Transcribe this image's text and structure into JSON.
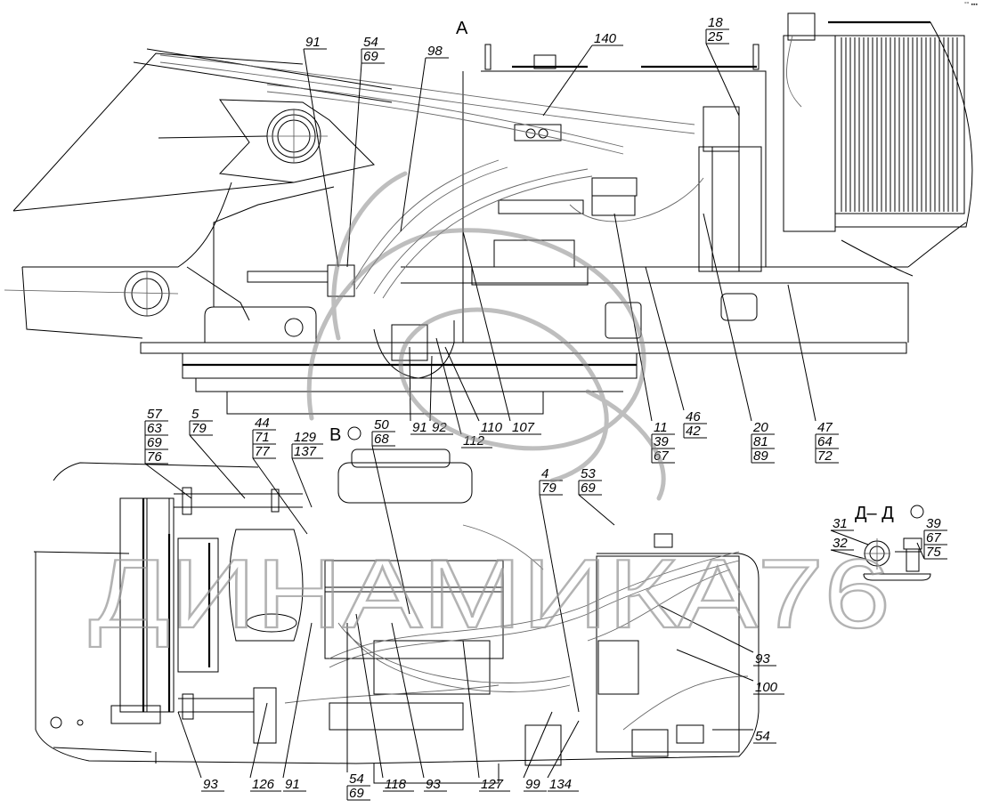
{
  "document": {
    "type": "assembly drawing",
    "watermark": "ДИНАМИКА76",
    "corner_mark": "°° ▪▪▪"
  },
  "views": {
    "top_view_label": "А",
    "bottom_view_label": "В",
    "section_label": "Д– Д"
  },
  "callouts_top": [
    {
      "id": "c91",
      "lines": [
        "91"
      ]
    },
    {
      "id": "c54-69",
      "lines": [
        "54",
        "69"
      ]
    },
    {
      "id": "c98",
      "lines": [
        "98"
      ]
    },
    {
      "id": "c140",
      "lines": [
        "140"
      ]
    },
    {
      "id": "c18-25",
      "lines": [
        "18",
        "25"
      ]
    },
    {
      "id": "c91b",
      "lines": [
        "91"
      ]
    },
    {
      "id": "c92",
      "lines": [
        "92"
      ]
    },
    {
      "id": "c112",
      "lines": [
        "112"
      ]
    },
    {
      "id": "c110",
      "lines": [
        "110"
      ]
    },
    {
      "id": "c107",
      "lines": [
        "107"
      ]
    },
    {
      "id": "c11-39-67",
      "lines": [
        "11",
        "39",
        "67"
      ]
    },
    {
      "id": "c46-42",
      "lines": [
        "46",
        "42"
      ]
    },
    {
      "id": "c20-81-89",
      "lines": [
        "20",
        "81",
        "89"
      ]
    },
    {
      "id": "c47-64-72",
      "lines": [
        "47",
        "64",
        "72"
      ]
    }
  ],
  "callouts_bottom": [
    {
      "id": "c57",
      "lines": [
        "57",
        "63",
        "69",
        "76"
      ]
    },
    {
      "id": "c5",
      "lines": [
        "5",
        "79"
      ]
    },
    {
      "id": "c44",
      "lines": [
        "44",
        "71",
        "77"
      ]
    },
    {
      "id": "c129",
      "lines": [
        "129",
        "137"
      ]
    },
    {
      "id": "c50",
      "lines": [
        "50",
        "68"
      ]
    },
    {
      "id": "c4",
      "lines": [
        "4",
        "79"
      ]
    },
    {
      "id": "c53",
      "lines": [
        "53",
        "69"
      ]
    },
    {
      "id": "c93r",
      "lines": [
        "93"
      ]
    },
    {
      "id": "c100",
      "lines": [
        "100"
      ]
    },
    {
      "id": "c54r",
      "lines": [
        "54"
      ]
    },
    {
      "id": "b93",
      "lines": [
        "93"
      ]
    },
    {
      "id": "b126",
      "lines": [
        "126"
      ]
    },
    {
      "id": "b91",
      "lines": [
        "91"
      ]
    },
    {
      "id": "b54",
      "lines": [
        "54",
        "69"
      ]
    },
    {
      "id": "b118",
      "lines": [
        "118"
      ]
    },
    {
      "id": "b93b",
      "lines": [
        "93"
      ]
    },
    {
      "id": "b127",
      "lines": [
        "127"
      ]
    },
    {
      "id": "b99",
      "lines": [
        "99"
      ]
    },
    {
      "id": "b134",
      "lines": [
        "134"
      ]
    }
  ],
  "callouts_section": [
    {
      "id": "s31",
      "lines": [
        "31"
      ]
    },
    {
      "id": "s32",
      "lines": [
        "32"
      ]
    },
    {
      "id": "s39",
      "lines": [
        "39",
        "67",
        "75"
      ]
    }
  ]
}
